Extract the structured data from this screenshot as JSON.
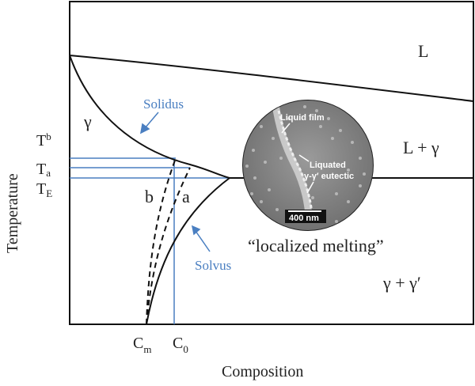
{
  "phases": {
    "liquid": "L",
    "liquid_gamma": "L + γ",
    "gamma": "γ",
    "gamma_gamma_prime": "γ + γ′"
  },
  "curves": {
    "solidus": "Solidus",
    "solvus": "Solvus",
    "path_b": "b",
    "path_a": "a"
  },
  "annotation": "“localized melting”",
  "axes": {
    "x_title": "Composition",
    "y_title": "Temperature"
  },
  "y_ticks": [
    {
      "base": "T",
      "sub": "b"
    },
    {
      "base": "T",
      "sub": "a"
    },
    {
      "base": "T",
      "sub": "E"
    }
  ],
  "x_ticks": [
    {
      "base": "C",
      "sub": "m"
    },
    {
      "base": "C",
      "sub": "0"
    }
  ],
  "inset": {
    "liquid_film": "Liquid film",
    "liquated_line1": "Liquated",
    "liquated_line2": "γ-γ′ eutectic",
    "scale_bar": "400 nm"
  },
  "colors": {
    "blue": "#4a7fc1",
    "line": "#111111",
    "inset_bg": "#8a8a8a"
  }
}
